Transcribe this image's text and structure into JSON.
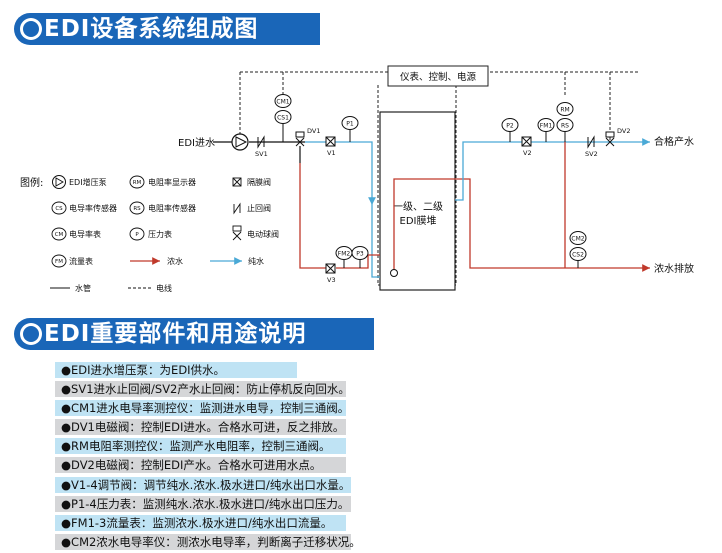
{
  "headers": {
    "diagram_title": "EDI设备系统组成图",
    "parts_title": "EDI重要部件和用途说明"
  },
  "diagram": {
    "top_box": "仪表、控制、电源",
    "inlet_label": "EDI进水",
    "outlet_label": "合格产水",
    "reject_label": "浓水排放",
    "stack_line1": "一级、二级",
    "stack_line2": "EDI膜堆",
    "instruments": {
      "cm1": "CM1",
      "cs1": "CS1",
      "p1": "P1",
      "p2": "P2",
      "fm1": "FM1",
      "rm": "RM",
      "rs": "RS",
      "fm2": "FM2",
      "p3": "P3",
      "cm2": "CM2",
      "cs2": "CS2"
    },
    "valves": {
      "sv1": "SV1",
      "dv1": "DV1",
      "v1": "V1",
      "v2": "V2",
      "v3": "V3",
      "sv2": "SV2",
      "dv2": "DV2"
    }
  },
  "legend": {
    "title": "图例:",
    "pump": "EDI增压泵",
    "rm_symbol": "RM",
    "rm_text": "电阻率显示器",
    "diaphragm": "隔膜阀",
    "cs_symbol": "CS",
    "cs_text": "电导率传感器",
    "rs_symbol": "RS",
    "rs_text": "电阻率传感器",
    "check": "止回阀",
    "cm_symbol": "CM",
    "cm_text": "电导率表",
    "p_symbol": "P",
    "p_text": "压力表",
    "ball": "电动球阀",
    "fm_symbol": "FM",
    "fm_text": "流量表",
    "conc": "浓水",
    "pure": "纯水",
    "pipe": "水管",
    "cable": "电线"
  },
  "parts": [
    "●EDI进水增压泵：为EDI供水。",
    "●SV1进水止回阀/SV2产水止回阀：防止停机反向回水。",
    "●CM1进水电导率测控仪：监测进水电导，控制三通阀。",
    "●DV1电磁阀：控制EDI进水。合格水可进，反之排放。",
    "●RM电阻率测控仪：监测产水电阻率，控制三通阀。",
    "●DV2电磁阀：控制EDI产水。合格水可进用水点。",
    "●V1-4调节阀：调节纯水.浓水.极水进口/纯水出口水量。",
    "●P1-4压力表：监测纯水.浓水.极水进口/纯水出口压力。",
    "●FM1-3流量表：监测浓水.极水进口/纯水出口流量。",
    "●CM2浓水电导率仪：测浓水电导率，判断离子迁移状况。"
  ],
  "colors": {
    "banner": "#1a66b8",
    "pure_water": "#4aa9d6",
    "concentrate": "#c0392b",
    "row_blue": "#bfe3f4",
    "row_gray": "#d5d6d8"
  }
}
